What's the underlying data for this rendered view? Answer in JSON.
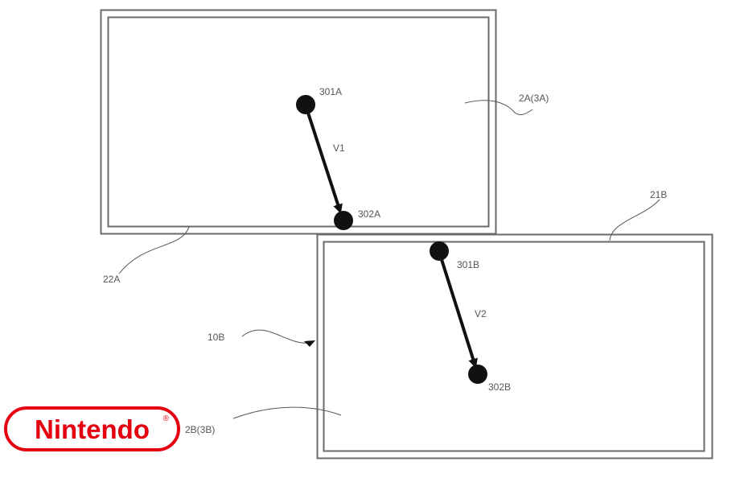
{
  "figure": {
    "screen_a": {
      "region_label": "2A(3A)",
      "edge_label": "22A",
      "start_point_label": "301A",
      "end_point_label": "302A",
      "vector_label": "V1"
    },
    "screen_b": {
      "device_label": "10B",
      "edge_label": "21B",
      "region_label": "2B(3B)",
      "start_point_label": "301B",
      "end_point_label": "302B",
      "vector_label": "V2"
    },
    "colors": {
      "line": "#6a6a6a",
      "ink": "#111111",
      "logo_red": "#e4000f"
    }
  },
  "logo": {
    "text": "Nintendo",
    "reg_mark": "®"
  }
}
